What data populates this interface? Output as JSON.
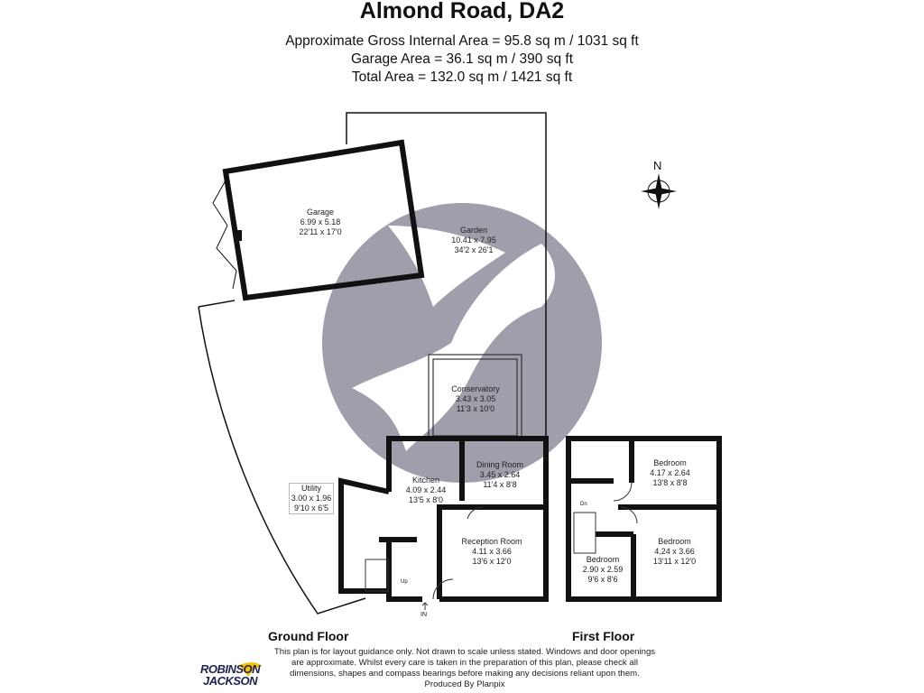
{
  "title": "Almond Road, DA2",
  "areas": {
    "gross_internal": "Approximate Gross Internal Area = 95.8 sq m / 1031 sq ft",
    "garage": "Garage Area = 36.1 sq m / 390 sq ft",
    "total": "Total Area = 132.0 sq m / 1421 sq ft"
  },
  "compass": {
    "label": "N"
  },
  "rooms": [
    {
      "name": "Garage",
      "metric": "6.99 x 5.18",
      "imperial": "22'11 x 17'0"
    },
    {
      "name": "Garden",
      "metric": "10.41 x 7.95",
      "imperial": "34'2 x 26'1"
    },
    {
      "name": "Conservatory",
      "metric": "3.43 x 3.05",
      "imperial": "11'3 x 10'0"
    },
    {
      "name": "Kitchen",
      "metric": "4.09 x 2.44",
      "imperial": "13'5 x 8'0"
    },
    {
      "name": "Dining Room",
      "metric": "3.45 x 2.64",
      "imperial": "11'4 x 8'8"
    },
    {
      "name": "Utility",
      "metric": "3.00 x 1.96",
      "imperial": "9'10 x 6'5"
    },
    {
      "name": "Reception Room",
      "metric": "4.11 x 3.66",
      "imperial": "13'6 x 12'0"
    },
    {
      "name": "Bedroom",
      "metric": "4.17 x 2.64",
      "imperial": "13'8 x 8'8"
    },
    {
      "name": "Bedroom",
      "metric": "4.24 x 3.66",
      "imperial": "13'11 x 12'0"
    },
    {
      "name": "Bedroom",
      "metric": "2.90 x 2.59",
      "imperial": "9'6 x 8'6"
    }
  ],
  "markers": {
    "up": "Up",
    "down": "Dn",
    "entrance": "IN"
  },
  "floors": {
    "ground": "Ground Floor",
    "first": "First Floor"
  },
  "disclaimer": "This plan is for layout guidance only. Not drawn to scale unless stated. Windows and door openings are approximate. Whilst every care is taken in the preparation of this plan, please check all dimensions, shapes and compass bearings before making any decisions reliant upon them.",
  "produced_by": "Produced By Planpix",
  "logo": {
    "line1": "ROBINSON",
    "line2": "JACKSON"
  },
  "colors": {
    "watermark": "#8e8e9c",
    "wall": "#111111",
    "logo_text": "#1d2250",
    "logo_bird": "#f5c400"
  }
}
